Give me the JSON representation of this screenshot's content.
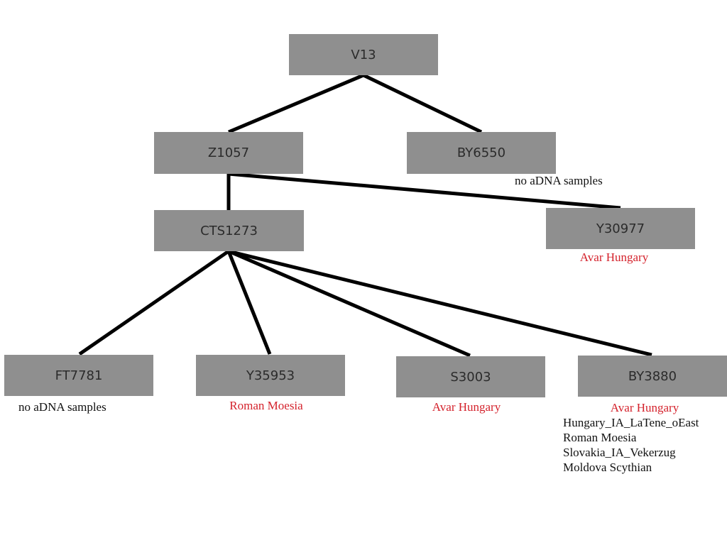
{
  "colors": {
    "node_fill": "#8f8f8f",
    "note_red": "#d4222c",
    "note_black": "#111111",
    "edge": "#000000"
  },
  "nodes": {
    "v13": {
      "label": "V13"
    },
    "z1057": {
      "label": "Z1057"
    },
    "by6550": {
      "label": "BY6550"
    },
    "cts1273": {
      "label": "CTS1273"
    },
    "y30977": {
      "label": "Y30977"
    },
    "ft7781": {
      "label": "FT7781"
    },
    "y35953": {
      "label": "Y35953"
    },
    "s3003": {
      "label": "S3003"
    },
    "by3880": {
      "label": "BY3880"
    }
  },
  "edges": [
    {
      "from": "V13",
      "to": "Z1057"
    },
    {
      "from": "V13",
      "to": "BY6550"
    },
    {
      "from": "Z1057",
      "to": "CTS1273"
    },
    {
      "from": "Z1057",
      "to": "Y30977"
    },
    {
      "from": "CTS1273",
      "to": "FT7781"
    },
    {
      "from": "CTS1273",
      "to": "Y35953"
    },
    {
      "from": "CTS1273",
      "to": "S3003"
    },
    {
      "from": "CTS1273",
      "to": "BY3880"
    }
  ],
  "notes": {
    "by6550": "no aDNA samples",
    "y30977": "Avar Hungary",
    "ft7781": "no aDNA samples",
    "y35953": "Roman Moesia",
    "s3003": "Avar Hungary",
    "by3880_red": "Avar Hungary",
    "by3880_list": [
      "Hungary_IA_LaTene_oEast",
      "Roman Moesia",
      "Slovakia_IA_Vekerzug",
      "Moldova Scythian"
    ]
  }
}
